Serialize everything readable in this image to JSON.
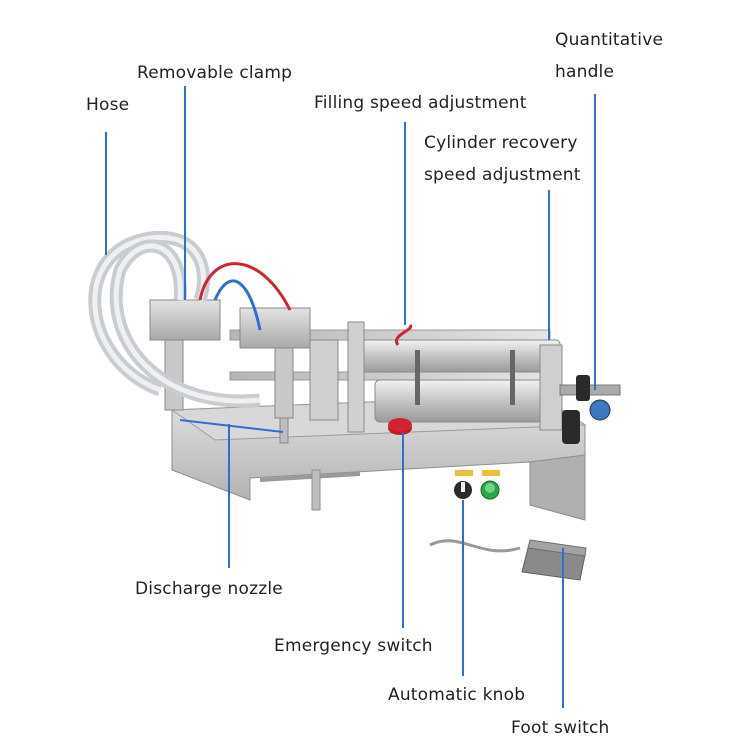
{
  "labels": {
    "hose": "Hose",
    "removable_clamp": "Removable clamp",
    "filling_speed": "Filling speed adjustment",
    "cylinder_recovery_1": "Cylinder recovery",
    "cylinder_recovery_2": "speed adjustment",
    "quantitative_1": "Quantitative",
    "quantitative_2": "handle",
    "discharge_nozzle": "Discharge nozzle",
    "emergency_switch": "Emergency switch",
    "automatic_knob": "Automatic knob",
    "foot_switch": "Foot switch"
  },
  "colors": {
    "leader": "#2f6fd0",
    "steel": "#c9c9c9",
    "steel_dark": "#8e8e8e",
    "hose": "#d9dcdf",
    "red": "#d1242f",
    "green": "#27a844",
    "foot_pedal": "#8a8a8a"
  }
}
